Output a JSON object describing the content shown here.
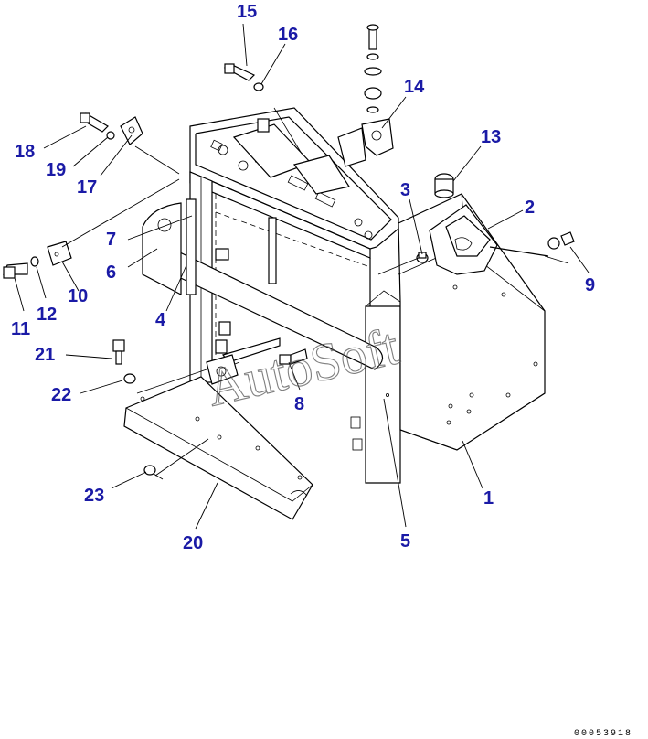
{
  "diagram": {
    "watermark": "AutoSoft",
    "document_number": "00053918",
    "callouts": [
      {
        "id": "c15",
        "label": "15"
      },
      {
        "id": "c16",
        "label": "16"
      },
      {
        "id": "c14",
        "label": "14"
      },
      {
        "id": "c13",
        "label": "13"
      },
      {
        "id": "c18",
        "label": "18"
      },
      {
        "id": "c19",
        "label": "19"
      },
      {
        "id": "c17",
        "label": "17"
      },
      {
        "id": "c3",
        "label": "3"
      },
      {
        "id": "c2",
        "label": "2"
      },
      {
        "id": "c7",
        "label": "7"
      },
      {
        "id": "c6",
        "label": "6"
      },
      {
        "id": "c9",
        "label": "9"
      },
      {
        "id": "c10",
        "label": "10"
      },
      {
        "id": "c11",
        "label": "11"
      },
      {
        "id": "c12",
        "label": "12"
      },
      {
        "id": "c4",
        "label": "4"
      },
      {
        "id": "c21",
        "label": "21"
      },
      {
        "id": "c22",
        "label": "22"
      },
      {
        "id": "c8",
        "label": "8"
      },
      {
        "id": "c1",
        "label": "1"
      },
      {
        "id": "c23",
        "label": "23"
      },
      {
        "id": "c5",
        "label": "5"
      },
      {
        "id": "c20",
        "label": "20"
      }
    ]
  }
}
